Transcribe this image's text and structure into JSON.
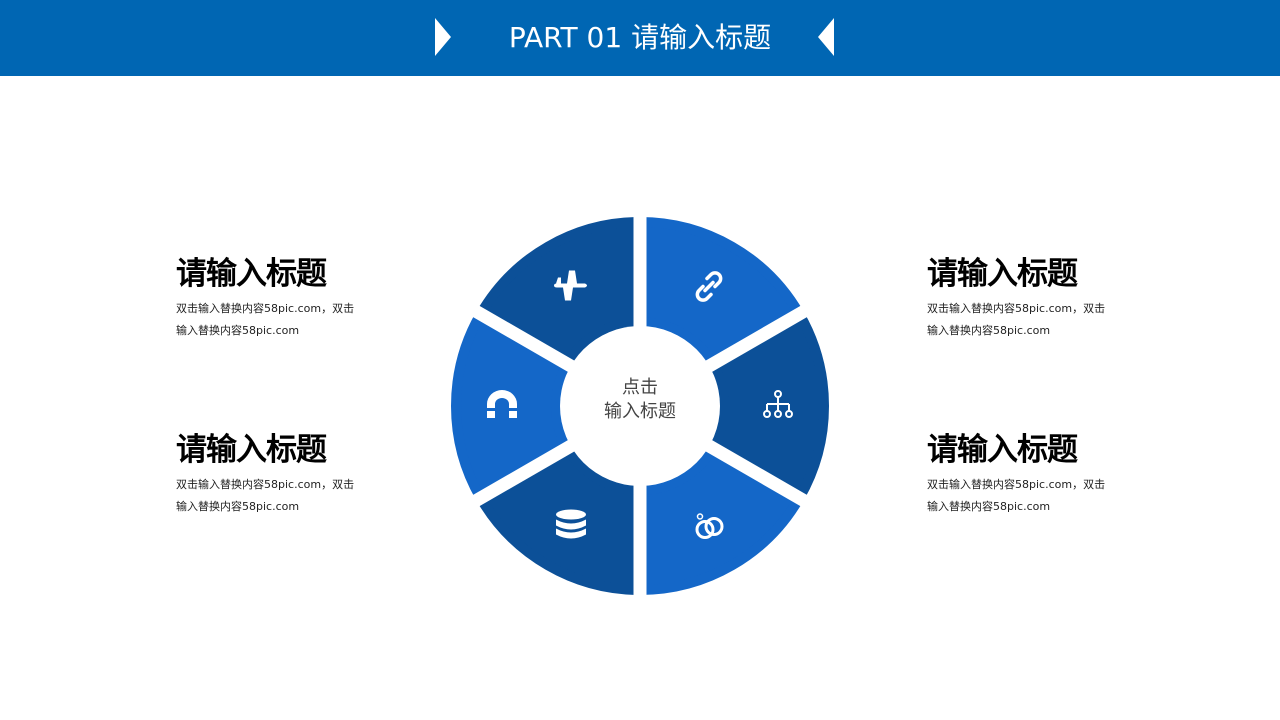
{
  "header": {
    "title": "PART 01  请输入标题"
  },
  "center": {
    "line1": "点击",
    "line2": "输入标题"
  },
  "blocks": [
    {
      "title": "请输入标题",
      "desc": "双击输入替换内容58pic.com，双击输入替换内容58pic.com"
    },
    {
      "title": "请输入标题",
      "desc": "双击输入替换内容58pic.com，双击输入替换内容58pic.com"
    },
    {
      "title": "请输入标题",
      "desc": "双击输入替换内容58pic.com，双击输入替换内容58pic.com"
    },
    {
      "title": "请输入标题",
      "desc": "双击输入替换内容58pic.com，双击输入替换内容58pic.com"
    }
  ],
  "segments": [
    {
      "icon": "link-icon",
      "color": "#1467c8"
    },
    {
      "icon": "sitemap-icon",
      "color": "#0c5098"
    },
    {
      "icon": "rings-icon",
      "color": "#1467c8"
    },
    {
      "icon": "database-icon",
      "color": "#0c5098"
    },
    {
      "icon": "magnet-icon",
      "color": "#1467c8"
    },
    {
      "icon": "airplane-icon",
      "color": "#0c5098"
    }
  ]
}
